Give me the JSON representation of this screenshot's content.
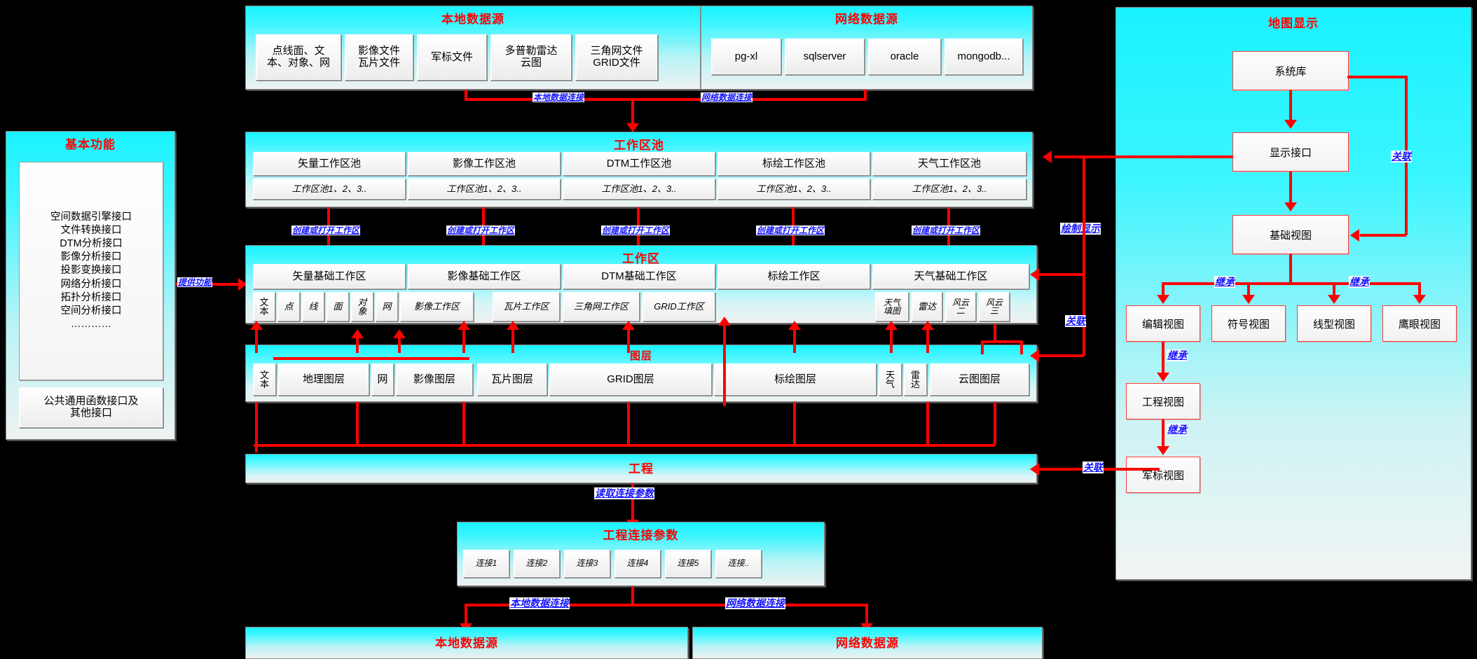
{
  "colors": {
    "accent": "#ff0000",
    "edge_label": "#1414ff",
    "panel_cyan": "#19f3ff",
    "view_border": "#ff3b3b"
  },
  "local_source_top": {
    "title": "本地数据源",
    "items": [
      "点线面、文\n本、对象、网",
      "影像文件\n瓦片文件",
      "军标文件",
      "多普勒雷达\n云图",
      "三角网文件\nGRID文件"
    ]
  },
  "net_source_top": {
    "title": "网络数据源",
    "items": [
      "pg-xl",
      "sqlserver",
      "oracle",
      "mongodb..."
    ]
  },
  "basic_func": {
    "title": "基本功能",
    "interfaces": [
      "空间数据引擎接口",
      "文件转换接口",
      "DTM分析接口",
      "影像分析接口",
      "投影变换接口",
      "网络分析接口",
      "拓扑分析接口",
      "空间分析接口",
      "…………"
    ],
    "footer": "公共通用函数接口及\n其他接口"
  },
  "pool": {
    "title": "工作区池",
    "items": [
      "矢量工作区池",
      "影像工作区池",
      "DTM工作区池",
      "标绘工作区池",
      "天气工作区池"
    ],
    "subitems": [
      "工作区池1、2、3..",
      "工作区池1、2、3..",
      "工作区池1、2、3..",
      "工作区池1、2、3..",
      "工作区池1、2、3.."
    ]
  },
  "workspace": {
    "title": "工作区",
    "items": [
      "矢量基础工作区",
      "影像基础工作区",
      "DTM基础工作区",
      "标绘工作区",
      "天气基础工作区"
    ],
    "subitems": [
      "文\n本",
      "点",
      "线",
      "面",
      "对\n象",
      "网",
      "影像工作区",
      "瓦片工作区",
      "三角网工作区",
      "GRID工作区",
      "天气\n填图",
      "雷达",
      "风云\n二",
      "风云\n三"
    ]
  },
  "layers": {
    "title": "图层",
    "items": [
      "文\n本",
      "地理图层",
      "网",
      "影像图层",
      "瓦片图层",
      "GRID图层",
      "标绘图层",
      "天\n气",
      "雷\n达",
      "云图图层"
    ]
  },
  "project": {
    "title": "工程"
  },
  "project_params": {
    "title": "工程连接参数",
    "items": [
      "连接1",
      "连接2",
      "连接3",
      "连接4",
      "连接5",
      "连接.."
    ]
  },
  "local_source_bottom": {
    "title": "本地数据源"
  },
  "net_source_bottom": {
    "title": "网络数据源"
  },
  "map_display": {
    "title": "地图显示",
    "sys_lib": "系统库",
    "display_if": "显示接口",
    "base_view": "基础视图",
    "child_views": [
      "编辑视图",
      "符号视图",
      "线型视图",
      "鹰眼视图"
    ],
    "engineering_view": "工程视图",
    "military_view": "军标视图"
  },
  "edge_labels": {
    "local_conn_top": "本地数据连接",
    "net_conn_top": "网络数据连接",
    "create_open_ws": "创建或打开工作区",
    "provide_func": "提供功能",
    "draw_display": "绘制显示",
    "assoc": "关联",
    "inherit": "继承",
    "read_conn_params": "读取连接参数",
    "local_conn_bottom": "本地数据连接",
    "net_conn_bottom": "网络数据连接"
  }
}
